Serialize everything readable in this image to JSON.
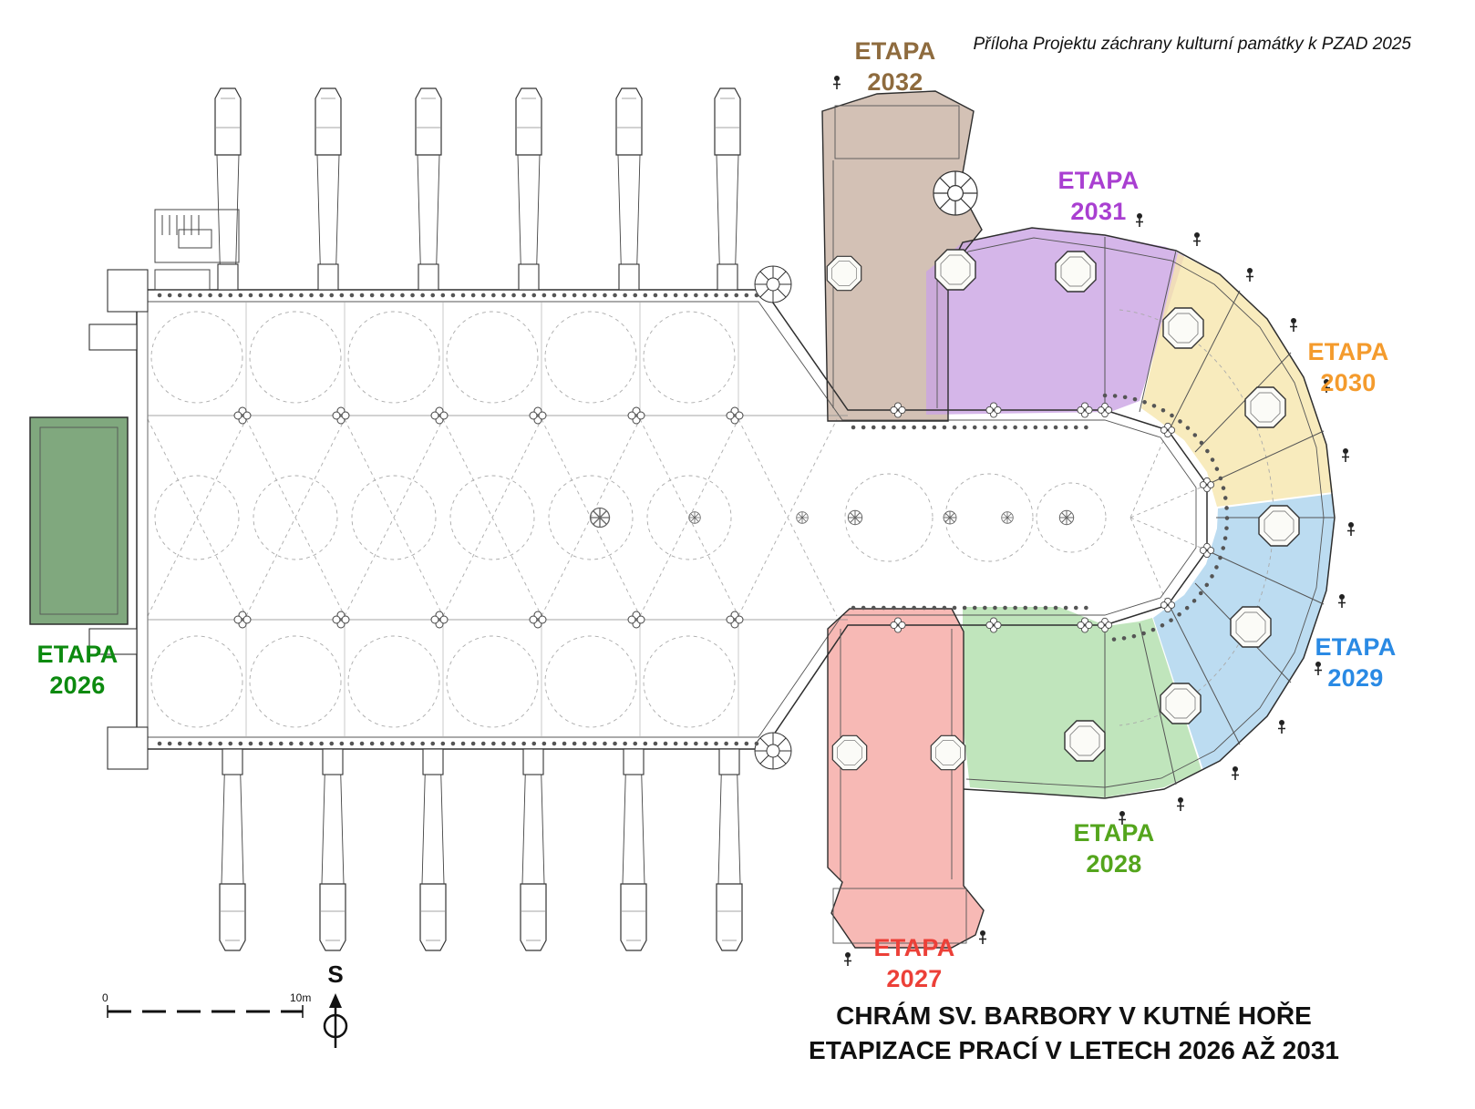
{
  "annotation": "Příloha Projektu záchrany kulturní památky k PZAD 2025",
  "title": {
    "line1": "CHRÁM SV. BARBORY V KUTNÉ HOŘE",
    "line2": "ETAPIZACE PRACÍ V LETECH 2026 AŽ 2031"
  },
  "compass": {
    "label": "S"
  },
  "scale_bar": {
    "start": "0",
    "end": "10m"
  },
  "phases": {
    "p2026": {
      "word": "ETAPA",
      "year": "2026",
      "text_color": "#0c8a0f",
      "fill_color": "#6e9c6c"
    },
    "p2027": {
      "word": "ETAPA",
      "year": "2027",
      "text_color": "#ec4038",
      "fill_color": "#f5a8a3"
    },
    "p2028": {
      "word": "ETAPA",
      "year": "2028",
      "text_color": "#54a51d",
      "fill_color": "#b0deab"
    },
    "p2029": {
      "word": "ETAPA",
      "year": "2029",
      "text_color": "#2a8ae4",
      "fill_color": "#abd3ee"
    },
    "p2030": {
      "word": "ETAPA",
      "year": "2030",
      "text_color": "#f49b2d",
      "fill_color": "#f6e6ad"
    },
    "p2031": {
      "word": "ETAPA",
      "year": "2031",
      "text_color": "#a93fd1",
      "fill_color": "#cba4e4"
    },
    "p2032": {
      "word": "ETAPA",
      "year": "2032",
      "text_color": "#8e6b3e",
      "fill_color": "#c8b1a2"
    }
  }
}
